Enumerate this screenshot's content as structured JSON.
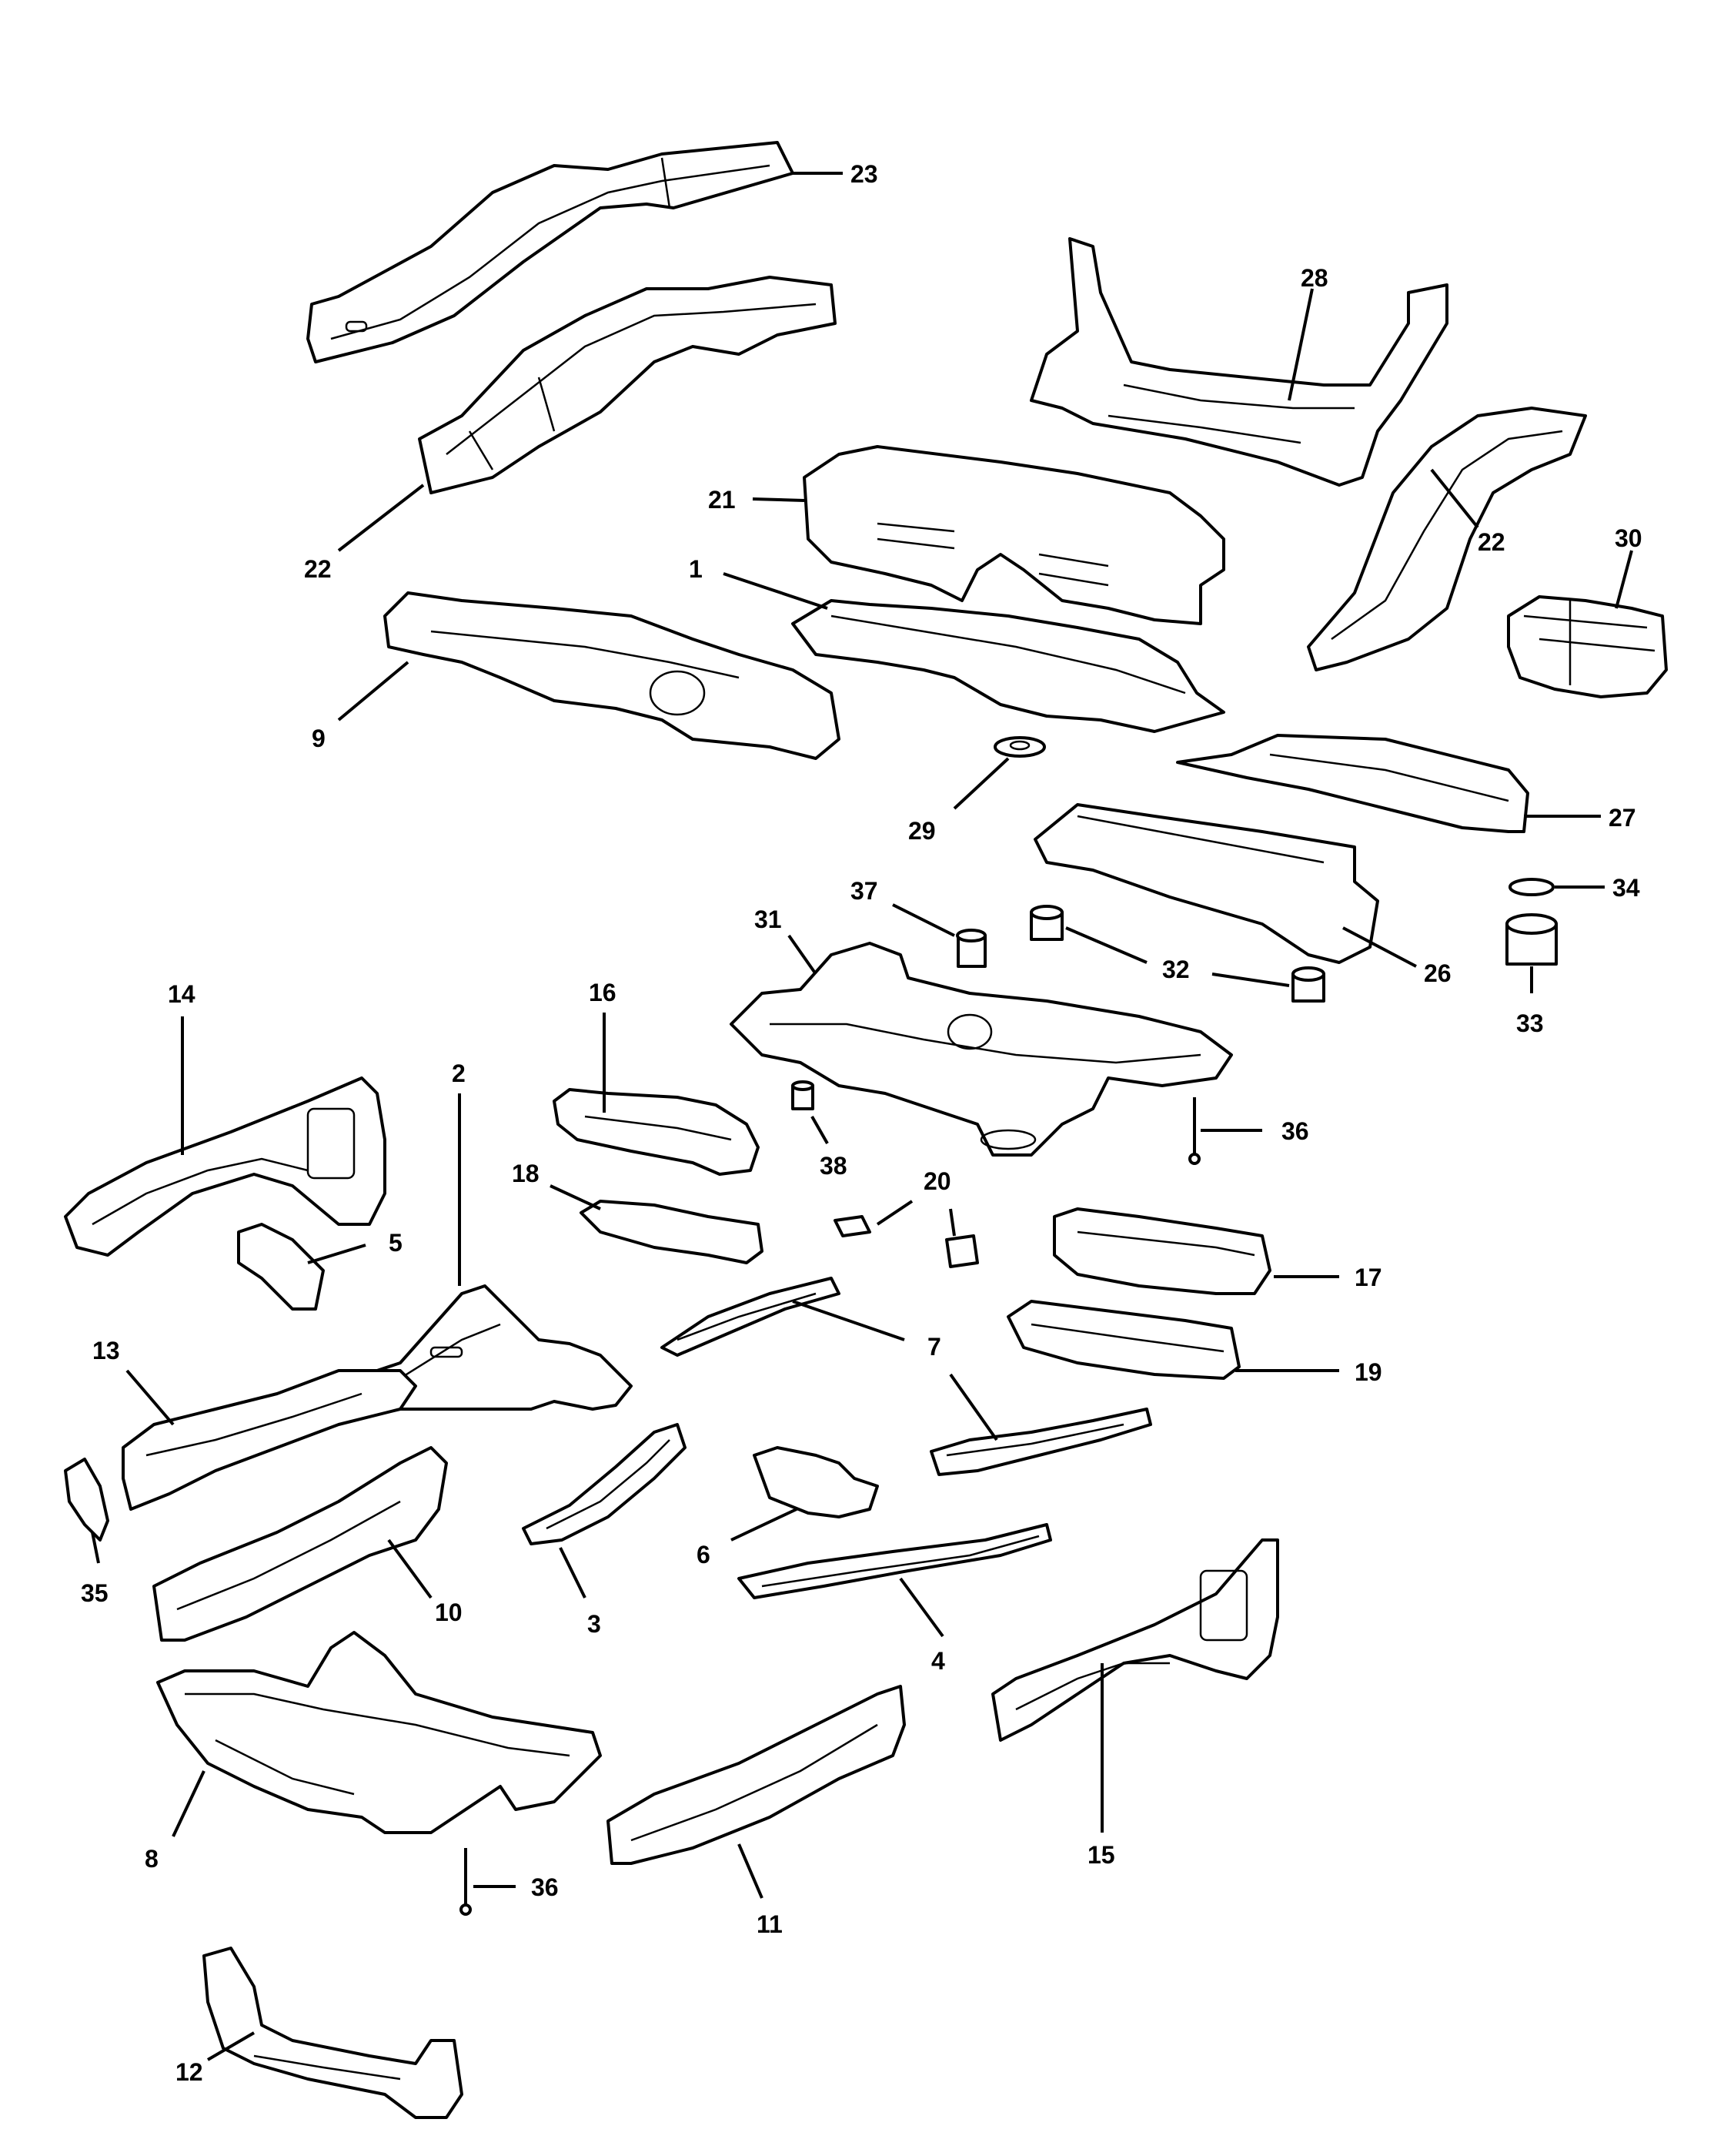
{
  "diagram": {
    "labels": {
      "p1": "1",
      "p2": "2",
      "p3": "3",
      "p4": "4",
      "p5": "5",
      "p6": "6",
      "p7": "7",
      "p8": "8",
      "p9": "9",
      "p10": "10",
      "p11": "11",
      "p12": "12",
      "p13": "13",
      "p14": "14",
      "p15": "15",
      "p16": "16",
      "p17": "17",
      "p18": "18",
      "p19": "19",
      "p20": "20",
      "p21": "21",
      "p22": "22",
      "p23": "23",
      "p26": "26",
      "p27": "27",
      "p28": "28",
      "p29": "29",
      "p30": "30",
      "p31": "31",
      "p32": "32",
      "p33": "33",
      "p34": "34",
      "p35": "35",
      "p36": "36",
      "p37": "37",
      "p38": "38"
    }
  }
}
